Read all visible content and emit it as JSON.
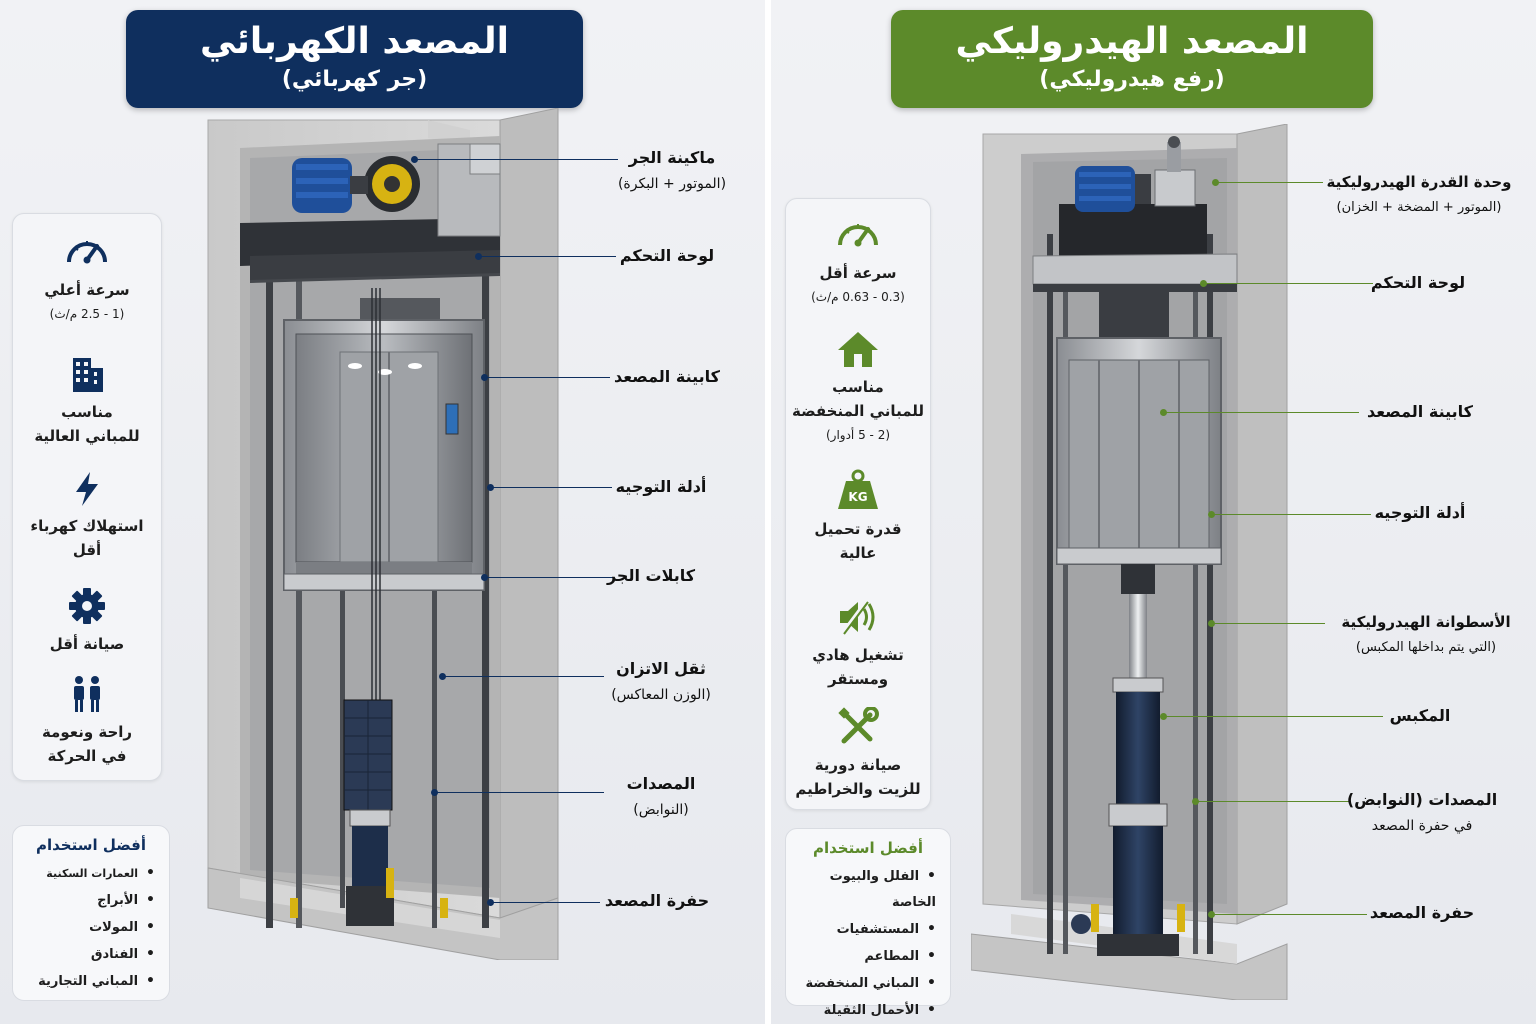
{
  "electric": {
    "title": "المصعد الكهربائي",
    "subtitle": "(جر كهربائي)",
    "accent": "#0f2f5e",
    "features": [
      {
        "icon": "speedometer-icon",
        "line1": "سرعة أعلي",
        "line2": "(1 - 2.5 م/ث)"
      },
      {
        "icon": "building-icon",
        "line1": "مناسب",
        "line2": "للمباني العالية"
      },
      {
        "icon": "lightning-icon",
        "line1": "استهلاك كهرباء",
        "line2": "أقل"
      },
      {
        "icon": "gear-icon",
        "line1": "صيانة أقل",
        "line2": ""
      },
      {
        "icon": "people-icon",
        "line1": "راحة ونعومة",
        "line2": "في الحركة"
      }
    ],
    "usage_title": "أفضل استخدام",
    "usage": [
      "العمارات السكنية",
      "الأبراج",
      "المولات",
      "الفنادق",
      "المباني التجارية"
    ],
    "labels": [
      {
        "text": "ماكينة الجر",
        "sub": "(الموتور + البكرة)"
      },
      {
        "text": "لوحة التحكم",
        "sub": ""
      },
      {
        "text": "كابينة المصعد",
        "sub": ""
      },
      {
        "text": "أدلة التوجيه",
        "sub": ""
      },
      {
        "text": "كابلات الجر",
        "sub": ""
      },
      {
        "text": "ثقل الاتزان",
        "sub": "(الوزن المعاكس)"
      },
      {
        "text": "المصدات",
        "sub": "(النوابض)"
      },
      {
        "text": "حفرة المصعد",
        "sub": ""
      }
    ]
  },
  "hydraulic": {
    "title": "المصعد الهيدروليكي",
    "subtitle": "(رفع هيدروليكي)",
    "accent": "#5c8a2a",
    "features": [
      {
        "icon": "speedometer-icon",
        "line1": "سرعة أقل",
        "line2": "(0.3 - 0.63 م/ث)"
      },
      {
        "icon": "house-icon",
        "line1": "مناسب",
        "line2": "للمباني المنخفضة",
        "line3": "(2 - 5 أدوار)"
      },
      {
        "icon": "weight-icon",
        "line1": "قدرة تحميل",
        "line2": "عالية",
        "badge": "KG"
      },
      {
        "icon": "speaker-mute-icon",
        "line1": "تشغيل هادي",
        "line2": "ومستقر"
      },
      {
        "icon": "tools-icon",
        "line1": "صيانة دورية",
        "line2": "للزيت والخراطيم"
      }
    ],
    "usage_title": "أفضل استخدام",
    "usage": [
      "الفلل والبيوت الخاصة",
      "المستشفيات",
      "المطاعم",
      "المباني المنخفضة",
      "الأحمال الثقيلة"
    ],
    "labels": [
      {
        "text": "وحدة القدرة الهيدروليكية",
        "sub": "(الموتور + المضخة + الخزان)"
      },
      {
        "text": "لوحة التحكم",
        "sub": ""
      },
      {
        "text": "كابينة المصعد",
        "sub": ""
      },
      {
        "text": "أدلة التوجيه",
        "sub": ""
      },
      {
        "text": "الأسطوانة الهيدروليكية",
        "sub": "(التي يتم بداخلها المكبس)"
      },
      {
        "text": "المكبس",
        "sub": ""
      },
      {
        "text": "المصدات (النوابض)",
        "sub": "في حفرة المصعد"
      },
      {
        "text": "حفرة المصعد",
        "sub": ""
      }
    ]
  }
}
